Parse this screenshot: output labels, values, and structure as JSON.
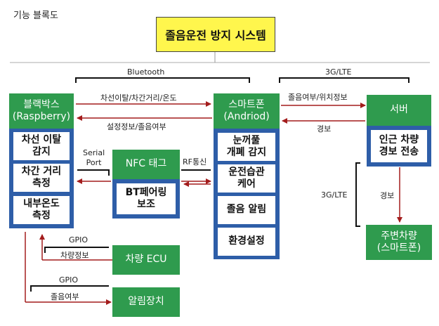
{
  "header_label": "기능 블록도",
  "system_title": "졸음운전 방지 시스템",
  "blackbox": {
    "title": "블랙박스\n(Raspberry)",
    "items": [
      "차선 이탈\n감지",
      "차간 거리\n측정",
      "내부온도\n측정"
    ]
  },
  "smartphone": {
    "title": "스마트폰\n(Andriod)",
    "items": [
      "눈꺼풀\n개폐 감지",
      "운전습관\n케어",
      "졸음 알림",
      "환경설정"
    ]
  },
  "server": {
    "title": "서버",
    "items": [
      "인근 차량\n경보 전송"
    ]
  },
  "nfc": {
    "title": "NFC 태그",
    "items": [
      "BT페어링\n보조"
    ]
  },
  "vehicle_ecu": "차량 ECU",
  "alarm_device": "알림장치",
  "nearby_vehicle": "주변차량\n(스마트폰)",
  "labels": {
    "bluetooth": "Bluetooth",
    "lte_top": "3G/LTE",
    "lte_side": "3G/LTE",
    "lane_distance_temp": "차선이탈/차간거리/온도",
    "settings_drowsy": "설정정보/졸음여부",
    "drowsy_location": "졸음여부/위치정보",
    "alert_server": "경보",
    "alert_down": "경보",
    "serial_port": "Serial\nPort",
    "rf_comm": "RF통신",
    "gpio_1": "GPIO",
    "vehicle_info": "차량정보",
    "gpio_2": "GPIO",
    "drowsy_flag": "졸음여부"
  },
  "colors": {
    "green": "#2f9b4e",
    "blue_panel": "#2e5ea8",
    "title_yellow": "#fff64d",
    "arrow_red": "#a31c1c"
  }
}
